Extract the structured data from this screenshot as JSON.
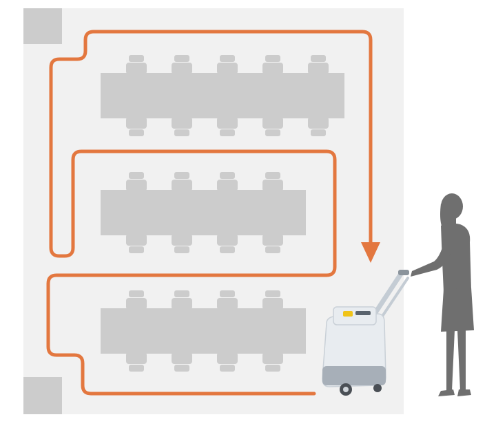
{
  "diagram": {
    "description_labels": [],
    "colors": {
      "background": "#ffffff",
      "floor": "#f1f1f1",
      "furniture": "#cccccc",
      "route": "#e3773f",
      "person": "#6f6f6f",
      "robot_body": "#e8ecf0",
      "robot_base": "#a7afb8",
      "robot_accent": "#f0c419"
    },
    "icons": {
      "pillar": "square-pillar",
      "table": "table-with-chairs",
      "route": "cleaning-route-arrow",
      "robot": "cleaning-robot",
      "person": "woman-silhouette"
    },
    "table_rows": [
      {
        "chairs_per_side": 5
      },
      {
        "chairs_per_side": 4
      },
      {
        "chairs_per_side": 4
      }
    ]
  }
}
